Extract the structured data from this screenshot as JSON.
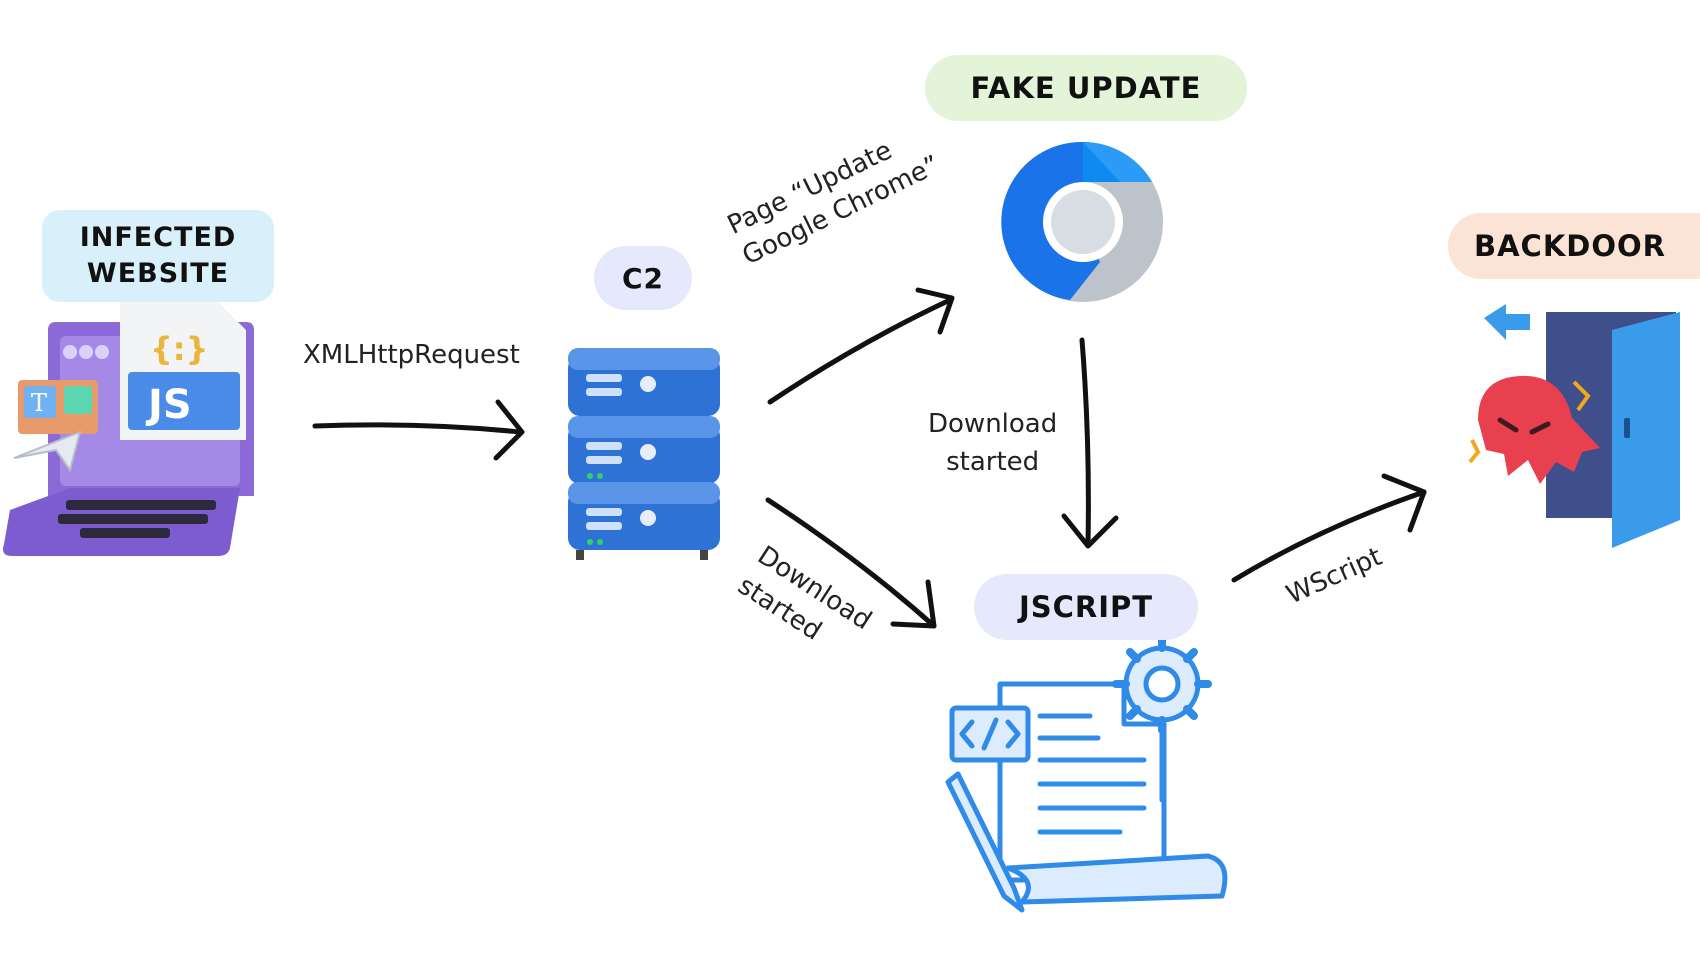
{
  "nodes": {
    "infected_website": {
      "line1": "INFECTED",
      "line2": "WEBSITE",
      "pill_color": "#d9f0fb"
    },
    "c2": {
      "label": "C2",
      "pill_color": "#e6e8fb"
    },
    "fake_update": {
      "label": "FAKE UPDATE",
      "pill_color": "#e4f4d9"
    },
    "jscript": {
      "label": "JSCRIPT",
      "pill_color": "#e6e8fb"
    },
    "backdoor": {
      "label": "BACKDOOR",
      "pill_color": "#fbe3d6"
    }
  },
  "edges": {
    "xmlhttprequest": "XMLHttpRequest",
    "page_update_line1": "Page “Update",
    "page_update_line2": "Google Chrome”",
    "download_left_line1": "Download",
    "download_left_line2": "started",
    "download_right_line1": "Download",
    "download_right_line2": "started",
    "wscript": "WScript"
  },
  "icons": {
    "infected": "laptop-js-icon",
    "c2": "server-rack-icon",
    "fake_update": "chrome-browser-icon",
    "jscript": "script-document-gear-icon",
    "backdoor": "ghost-door-icon"
  },
  "colors": {
    "laptop_purple": "#8b6ad8",
    "server_blue": "#2f72d6",
    "chrome_blue": "#1a73e8",
    "chrome_gray": "#bcc3ca",
    "script_blue": "#2f8ae8",
    "ghost_red": "#e8404f",
    "door_blue": "#3a9bea",
    "arrow": "#111111"
  }
}
